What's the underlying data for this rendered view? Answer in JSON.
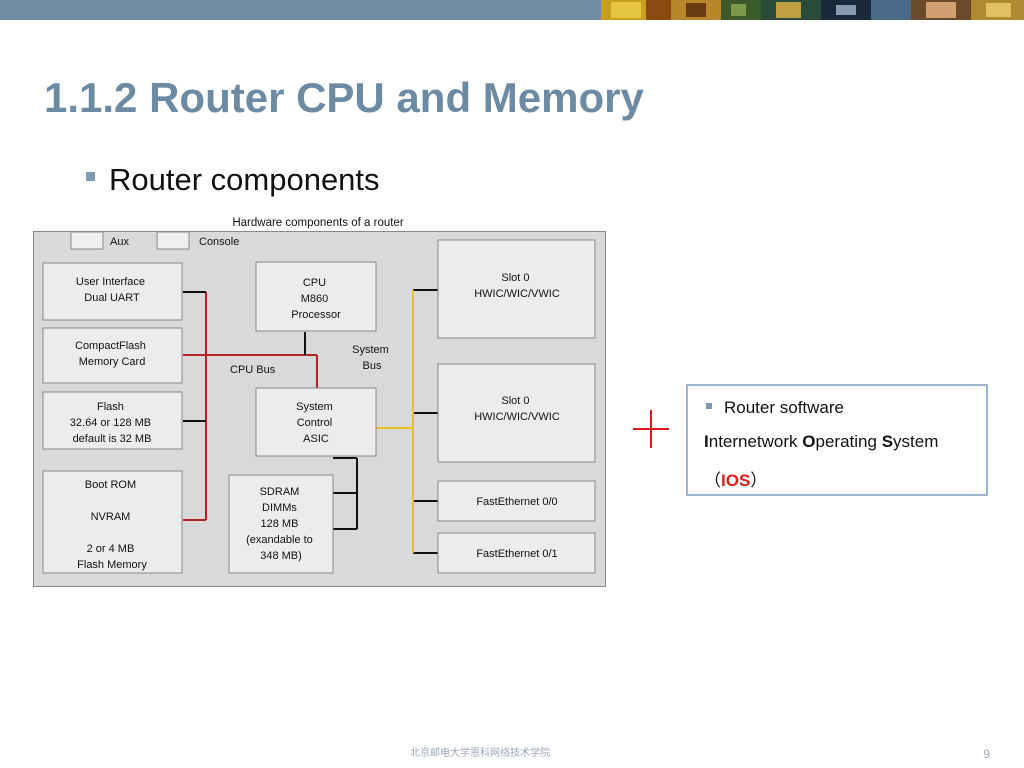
{
  "header": {
    "bar_color": "#6f8ca3"
  },
  "title": "1.1.2 Router CPU and Memory",
  "bullet": "Router components",
  "diagram": {
    "caption": "Hardware components of a router",
    "aux": "Aux",
    "console": "Console",
    "user_interface": [
      "User Interface",
      "Dual UART"
    ],
    "compactflash": [
      "CompactFlash",
      "Memory Card"
    ],
    "flash": [
      "Flash",
      "32.64 or 128 MB",
      "default is 32 MB"
    ],
    "bootrom": [
      "Boot ROM",
      "NVRAM",
      "2 or 4 MB",
      "Flash Memory"
    ],
    "cpu": [
      "CPU",
      "M860",
      "Processor"
    ],
    "cpu_bus": "CPU Bus",
    "system_bus": [
      "System",
      "Bus"
    ],
    "asic": [
      "System",
      "Control",
      "ASIC"
    ],
    "sdram": [
      "SDRAM",
      "DIMMs",
      "128 MB",
      "(exandable to",
      "348 MB)"
    ],
    "slot0a": [
      "Slot 0",
      "HWIC/WIC/VWIC"
    ],
    "slot0b": [
      "Slot 0",
      "HWIC/WIC/VWIC"
    ],
    "fe0": "FastEthernet 0/0",
    "fe1": "FastEthernet 0/1",
    "colors": {
      "cpu_bus": "#b22222",
      "system_bus": "#e8c020"
    }
  },
  "plus_sign": "+",
  "software": {
    "heading": "Router software",
    "line2": {
      "I": "I",
      "nternetwork ": "nternetwork ",
      "O": "O",
      "perating ": "perating ",
      "S": "S",
      "ystem": "ystem"
    },
    "open_paren": "（",
    "ios": "IOS",
    "close_paren": "）"
  },
  "footer": "北京邮电大学恩科网络技术学院",
  "page_number": "9"
}
